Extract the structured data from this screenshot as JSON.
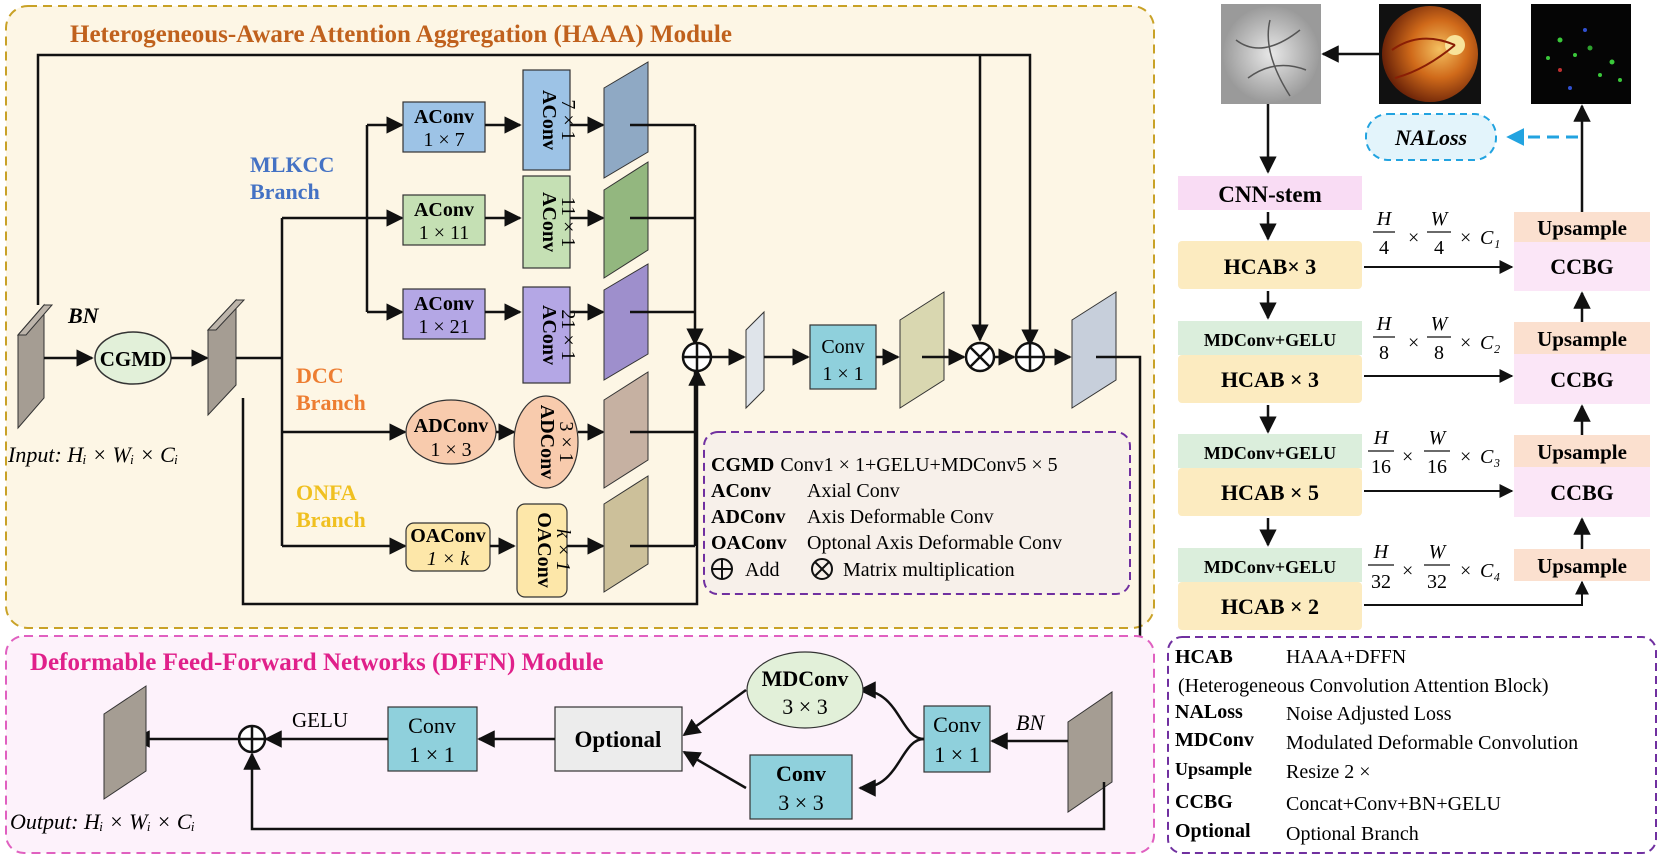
{
  "modules": {
    "haaa_title": "Heterogeneous-Aware Attention Aggregation (HAAA) Module",
    "dffn_title": "Deformable Feed-Forward Networks (DFFN) Module"
  },
  "colors": {
    "haaa_bg": "#fdf6e5",
    "haaa_border": "#c9a227",
    "haaa_title": "#c0611d",
    "dffn_bg": "#fdf2fb",
    "dffn_border": "#e060c0",
    "dffn_title": "#e0208a",
    "mlkcc": "#4472c4",
    "dcc": "#ed7d31",
    "onfa": "#f0c020",
    "legend_border": "#7030a0",
    "naloss_arrow": "#22a3e0"
  },
  "haaa": {
    "bn": "BN",
    "cgmd": "CGMD",
    "input": "Input: ",
    "input_math": "Hᵢ × Wᵢ × Cᵢ",
    "branches": {
      "mlkcc": [
        "MLKCC",
        "Branch"
      ],
      "dcc": [
        "DCC",
        "Branch"
      ],
      "onfa": [
        "ONFA",
        "Branch"
      ]
    },
    "blocks": [
      {
        "name": "AConv",
        "size": "1 × 7",
        "v_name": "AConv",
        "v_size": "7 × 1"
      },
      {
        "name": "AConv",
        "size": "1 × 11",
        "v_name": "AConv",
        "v_size": "11 × 1"
      },
      {
        "name": "AConv",
        "size": "1 × 21",
        "v_name": "AConv",
        "v_size": "21 × 1"
      },
      {
        "name": "ADConv",
        "size": "1 × 3",
        "v_name": "ADConv",
        "v_size": "3 × 1"
      },
      {
        "name": "OAConv",
        "size": "1 × k",
        "v_name": "OAConv",
        "v_size": "k × 1"
      }
    ],
    "conv": "Conv",
    "conv_size": "1 × 1",
    "legend": [
      {
        "term": "CGMD",
        "def": "Conv1 × 1+GELU+MDConv5 × 5"
      },
      {
        "term": "AConv",
        "def": "Axial Conv"
      },
      {
        "term": "ADConv",
        "def": "Axis Deformable Conv"
      },
      {
        "term": "OAConv",
        "def": "Optonal Axis Deformable Conv"
      }
    ],
    "legend_add": "Add",
    "legend_mult": "Matrix multiplication"
  },
  "dffn": {
    "bn": "BN",
    "conv": "Conv",
    "conv_size": "1 × 1",
    "mdconv": "MDConv",
    "mdconv_size": "3 × 3",
    "conv3": "Conv",
    "conv3_size": "3 × 3",
    "optional": "Optional",
    "gelu": "GELU",
    "output": "Output: ",
    "output_math": "Hᵢ × Wᵢ × Cᵢ"
  },
  "pipeline": {
    "naloss": "NALoss",
    "cnn_stem": "CNN-stem",
    "encoders": [
      {
        "pre": "",
        "label": "HCAB× 3",
        "h": "H",
        "den": "4",
        "w": "W",
        "c": "C₁"
      },
      {
        "pre": "MDConv+GELU",
        "label": "HCAB × 3",
        "h": "H",
        "den": "8",
        "w": "W",
        "c": "C₂"
      },
      {
        "pre": "MDConv+GELU",
        "label": "HCAB × 5",
        "h": "H",
        "den": "16",
        "w": "W",
        "c": "C₃"
      },
      {
        "pre": "MDConv+GELU",
        "label": "HCAB × 2",
        "h": "H",
        "den": "32",
        "w": "W",
        "c": "C₄"
      }
    ],
    "upsample": "Upsample",
    "ccbg": "CCBG",
    "times": "×"
  },
  "glossary": [
    {
      "term": "HCAB",
      "def": "HAAA+DFFN"
    },
    {
      "term": "",
      "def": "(Heterogeneous Convolution Attention Block)"
    },
    {
      "term": "NALoss",
      "def": "Noise Adjusted Loss"
    },
    {
      "term": "MDConv",
      "def": "Modulated Deformable Convolution"
    },
    {
      "term": "Upsample",
      "def": "Resize 2 ×"
    },
    {
      "term": "CCBG",
      "def": "Concat+Conv+BN+GELU"
    },
    {
      "term": "Optional",
      "def": "Optional Branch"
    }
  ]
}
